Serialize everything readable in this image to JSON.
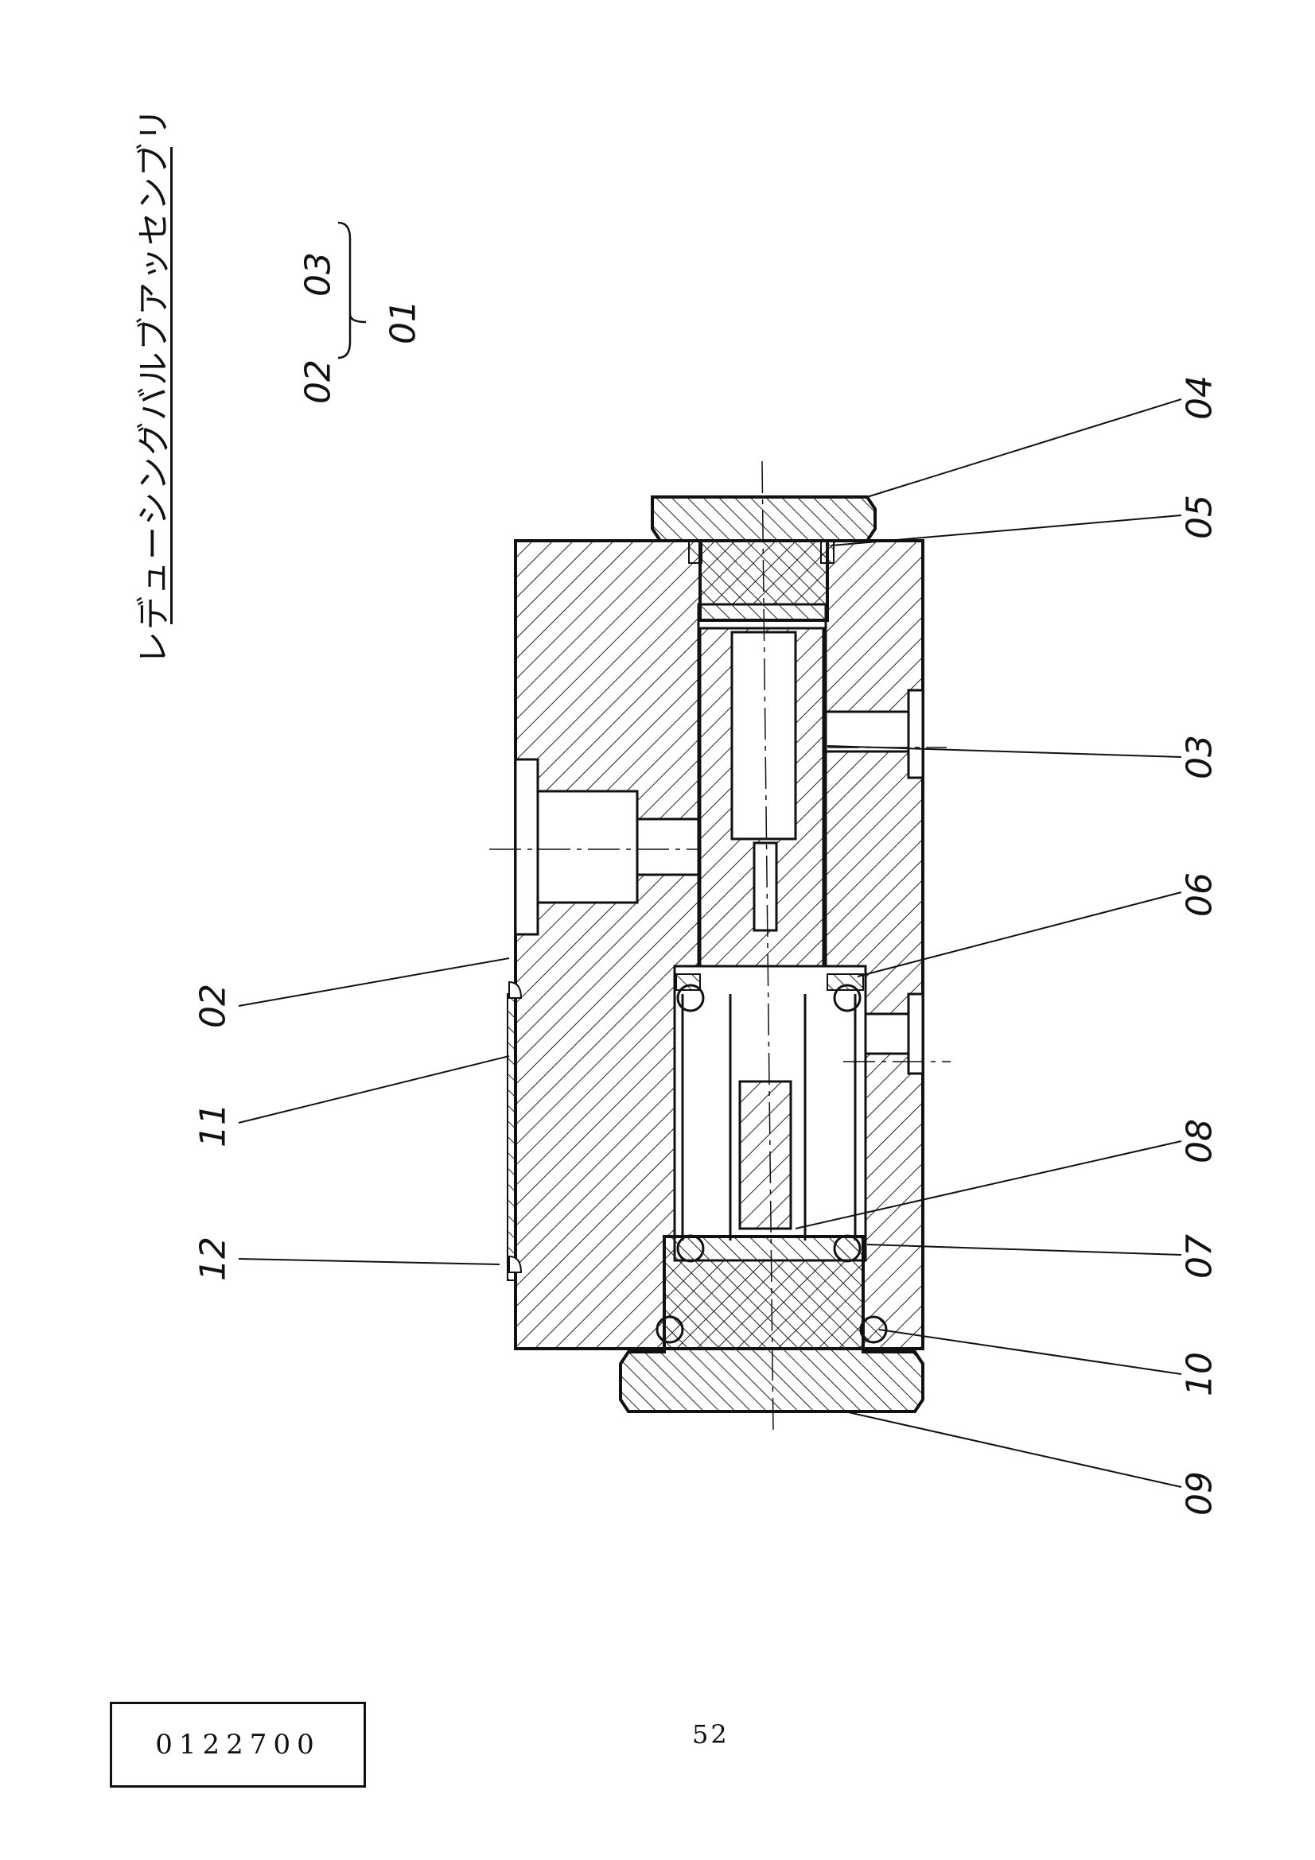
{
  "title": "レデューシングバルブアッセンブリ",
  "group": {
    "parts": [
      "02",
      "03"
    ],
    "parent": "01"
  },
  "callouts": {
    "c04": "04",
    "c05": "05",
    "c03": "03",
    "c06": "06",
    "c08": "08",
    "c07": "07",
    "c10": "10",
    "c09": "09",
    "c02": "02",
    "c11": "11",
    "c12": "12"
  },
  "document_code": "0122700",
  "page_number": "52"
}
